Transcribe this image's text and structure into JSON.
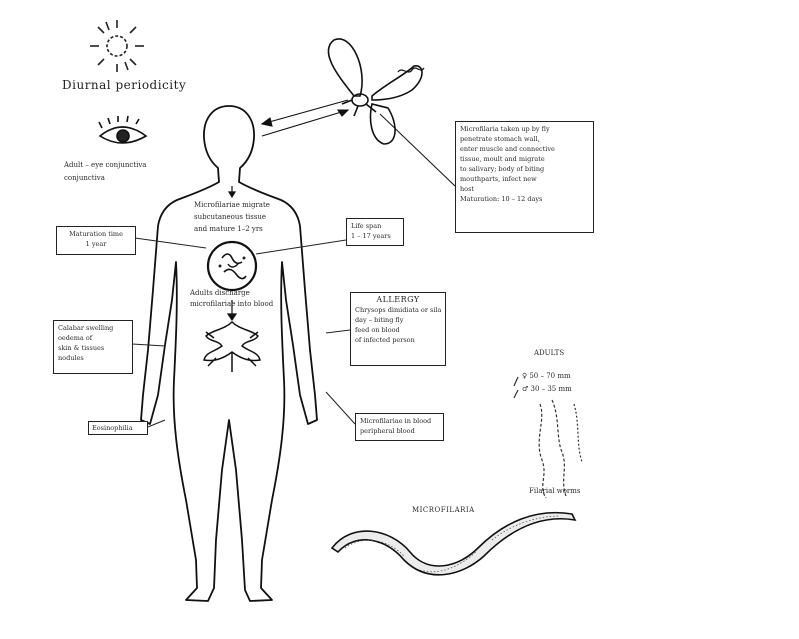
{
  "diagram": {
    "title": "Diurnal periodicity",
    "eye_caption": [
      "Adult – eye conjunctiva",
      "conjunctiva"
    ],
    "mosquito_box": [
      "Microfilaria taken up by fly",
      "penetrate stomach wall,",
      "enter muscle and connective",
      "tissue, moult and migrate",
      "to salivary; body of biting",
      "mouthparts, infect new",
      "host",
      "Maturation: 10 – 12 days"
    ],
    "chest_text": [
      "Microfilariae migrate",
      "subcutaneous tissue",
      "and  mature  1–2 yrs"
    ],
    "maturation_box": [
      "Maturation time",
      "1 year"
    ],
    "life_span_box": [
      "Life span",
      "1 – 17 years"
    ],
    "adults_text": [
      "Adults discharge",
      "microfilariae into blood"
    ],
    "swelling_box": [
      "Calabar swelling",
      "oedema of",
      "skin & tissues",
      "nodules"
    ],
    "allergy_box": {
      "heading": "ALLERGY",
      "lines": [
        "Chrysops dimidiata or silacea",
        "day – biting fly",
        "feed on blood",
        "of infected person"
      ]
    },
    "bottom_right_box": [
      "Microfilariae in blood",
      "peripheral blood"
    ],
    "eosinophilia_box": [
      "Eosinophilia"
    ],
    "adult_worm_heading": "ADULTS",
    "adult_worm_labels": [
      "♀ 50 – 70 mm",
      "♂ 30 – 35 mm"
    ],
    "adult_worm_caption": "Filarial  worms",
    "microfilaria_label": "MICROFILARIA"
  }
}
